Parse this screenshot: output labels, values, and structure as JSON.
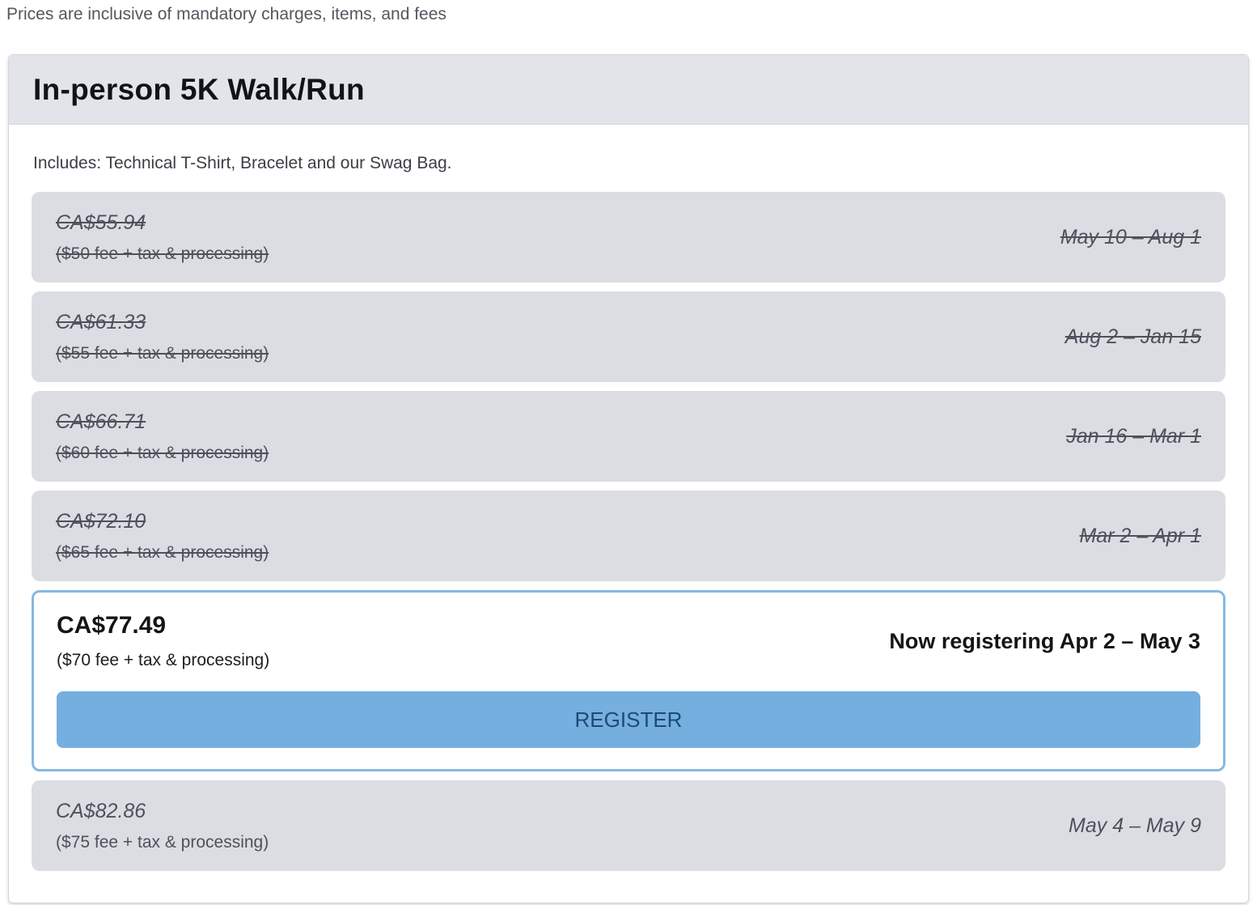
{
  "page": {
    "disclaimer": "Prices are inclusive of mandatory charges, items, and fees"
  },
  "card": {
    "title": "In-person 5K Walk/Run",
    "includes": "Includes: Technical T-Shirt, Bracelet and our Swag Bag.",
    "tiers": [
      {
        "price": "CA$55.94",
        "fee": "($50 fee + tax & processing)",
        "dates": "May 10 – Aug 1",
        "status": "expired"
      },
      {
        "price": "CA$61.33",
        "fee": "($55 fee + tax & processing)",
        "dates": "Aug 2 – Jan 15",
        "status": "expired"
      },
      {
        "price": "CA$66.71",
        "fee": "($60 fee + tax & processing)",
        "dates": "Jan 16 – Mar 1",
        "status": "expired"
      },
      {
        "price": "CA$72.10",
        "fee": "($65 fee + tax & processing)",
        "dates": "Mar 2 – Apr 1",
        "status": "expired"
      },
      {
        "price": "CA$77.49",
        "fee": "($70 fee + tax & processing)",
        "dates": "Now registering Apr 2 – May 3",
        "status": "active",
        "register_label": "REGISTER"
      },
      {
        "price": "CA$82.86",
        "fee": "($75 fee + tax & processing)",
        "dates": "May 4 – May 9",
        "status": "upcoming"
      }
    ]
  },
  "colors": {
    "row_background": "#dcdde3",
    "header_background": "#e3e4ea",
    "active_border": "#85b9e5",
    "register_button_background": "#74afe0",
    "register_button_text": "#1d4a74"
  }
}
